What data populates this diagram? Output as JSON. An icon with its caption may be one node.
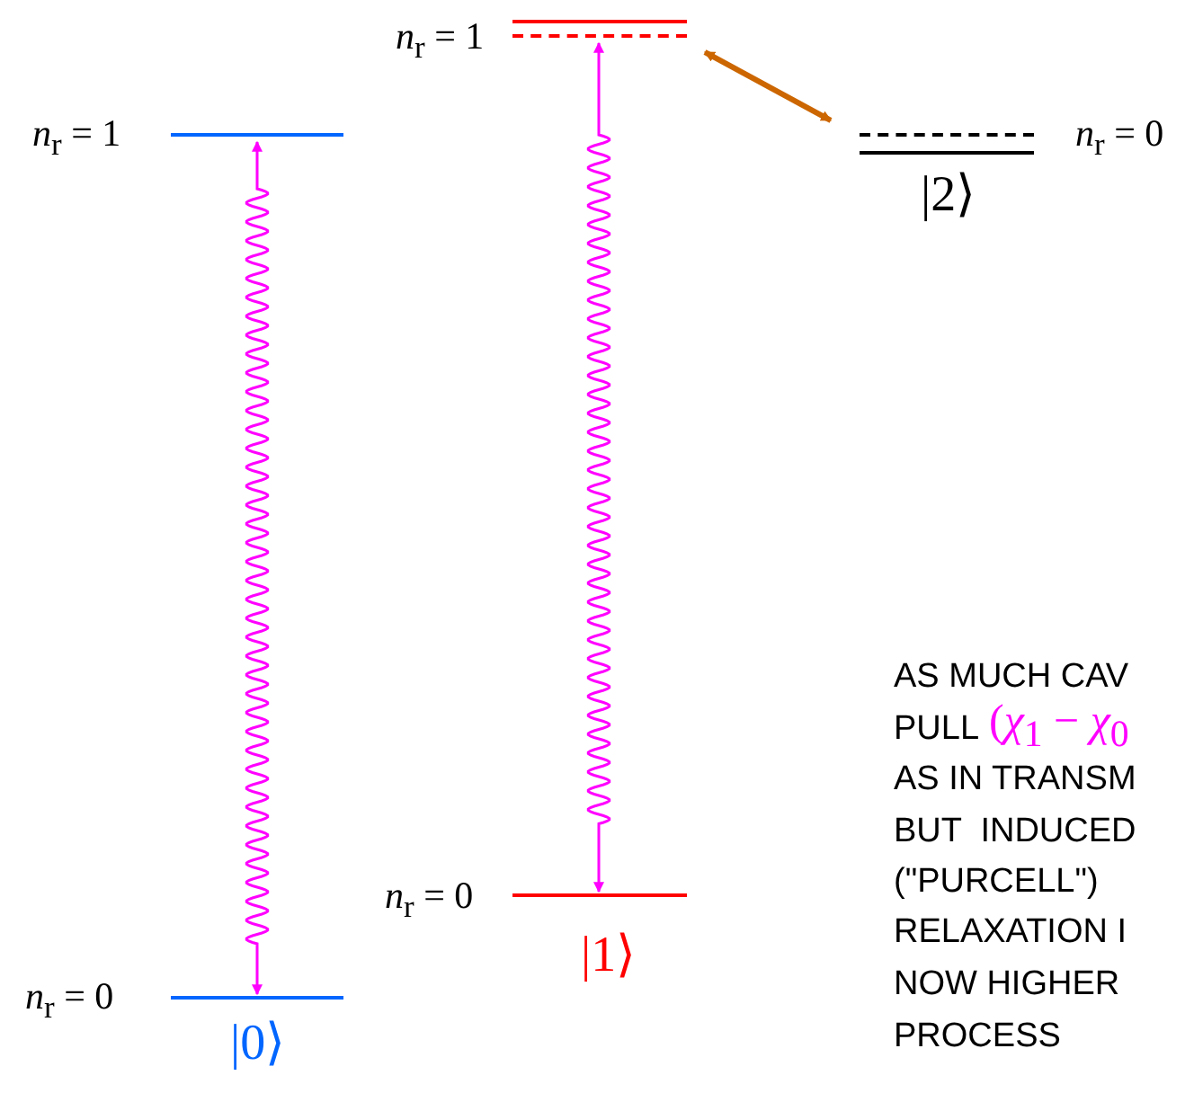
{
  "diagram": {
    "nodes": [
      {
        "text": [],
        "shape": "bar",
        "beside": [
          "*n*$_{r}$ = 1"
        ]
      },
      {
        "text": [],
        "shape": "bar",
        "beside": [
          "*n*$_{r}$ = 0",
          "|0⟩"
        ]
      },
      {
        "text": [],
        "shape": "bar",
        "beside": [
          "*n*$_{r}$ = 1"
        ]
      },
      {
        "text": [],
        "shape": "bar",
        "beside": [
          "*n*$_{r}$ = 0",
          "|1⟩"
        ]
      },
      {
        "text": [],
        "shape": "bar",
        "beside": [
          "|2⟩",
          "*n*$_{r}$ = 0"
        ]
      }
    ],
    "edges": [
      {
        "from": 1,
        "to": 0,
        "arrow": "both"
      },
      {
        "from": 3,
        "to": 2,
        "arrow": "both"
      },
      {
        "from": 2,
        "to": 4,
        "arrow": "both",
        "style": "thick",
        "color": "#cc6600"
      }
    ],
    "labels": [
      "AS MUCH CAV",
      "PULL",
      "(*χ*$_{1}$ − *χ*$_{0}$",
      "AS IN TRANSM",
      "BUT  INDUCED",
      "(\"PURCELL\")",
      "RELAXATION I",
      "NOW HIGHER",
      "PROCESS"
    ]
  }
}
